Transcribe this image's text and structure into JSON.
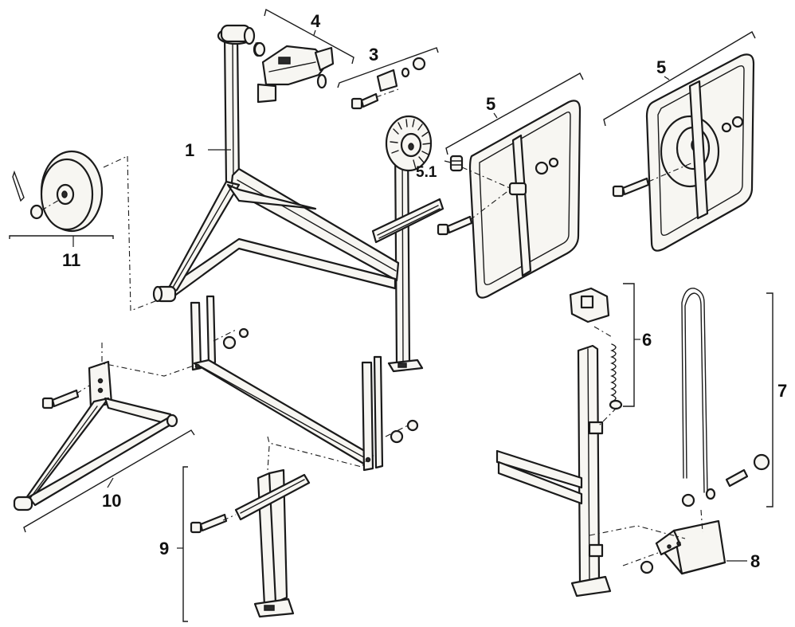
{
  "diagram": {
    "labels": {
      "frame": "1",
      "bracket": "3",
      "clamp_head": "4",
      "plate_left": "5",
      "plate_right": "5",
      "plate_detail": "5.1",
      "spring_assembly": "6",
      "wire_rope": "7",
      "foot_plate": "8",
      "support_leg": "9",
      "a_frame_leg": "10",
      "wheel": "11"
    }
  }
}
